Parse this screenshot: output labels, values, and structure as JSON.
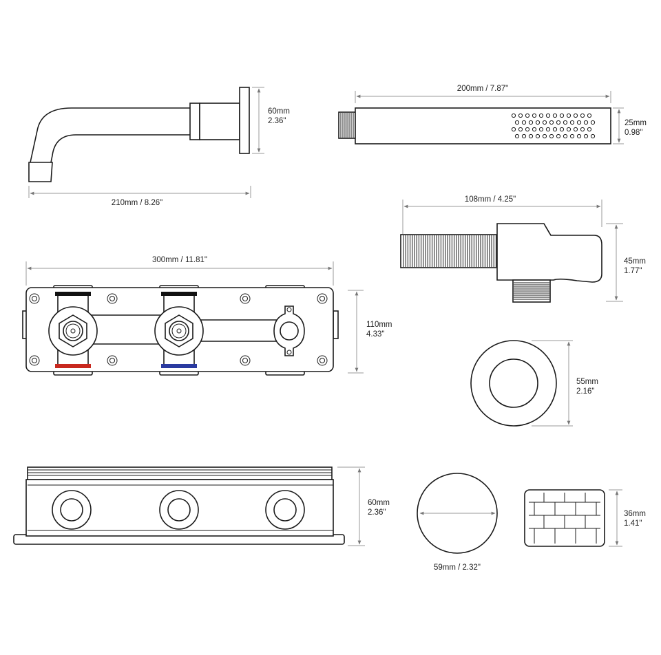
{
  "colors": {
    "line": "#1a1a1a",
    "dimension_line": "#9a9a9a",
    "hot": "#c8281e",
    "cold": "#2a3aa0",
    "cap": "#111111"
  },
  "dimensions": {
    "spout_height_mm": "60mm",
    "spout_height_in": "2.36\"",
    "spout_length": "210mm / 8.26\"",
    "handshower_length": "200mm / 7.87\"",
    "handshower_dia_mm": "25mm",
    "handshower_dia_in": "0.98\"",
    "elbow_length": "108mm / 4.25\"",
    "elbow_height_mm": "45mm",
    "elbow_height_in": "1.77\"",
    "valve_width": "300mm / 11.81\"",
    "valve_height_mm": "110mm",
    "valve_height_in": "4.33\"",
    "rosette_mm": "55mm",
    "rosette_in": "2.16\"",
    "box_depth_mm": "60mm",
    "box_depth_in": "2.36\"",
    "handle_dia": "59mm / 2.32\"",
    "handle_depth_mm": "36mm",
    "handle_depth_in": "1.41\""
  }
}
